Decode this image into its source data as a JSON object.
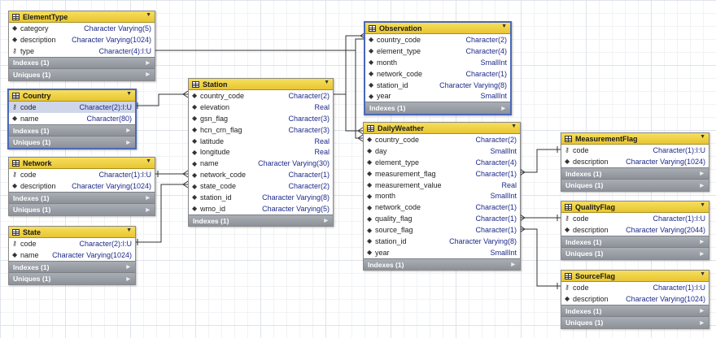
{
  "colors": {
    "header": "#efd24a",
    "section": "#9a9ea6",
    "type_text": "#1d2a8a",
    "selected_border": "#4a68b8",
    "line": "#333333"
  },
  "icons": {
    "table": "table-icon",
    "collapse": "chevron-down-icon",
    "expand": "triangle-right-icon",
    "key": "key-icon",
    "column": "bullet-icon"
  },
  "tables": {
    "element_type": {
      "name": "ElementType",
      "indexes": "Indexes (1)",
      "uniques": "Uniques (1)",
      "columns": [
        {
          "name": "category",
          "type": "Character Varying(5)"
        },
        {
          "name": "description",
          "type": "Character Varying(1024)"
        },
        {
          "name": "type",
          "type": "Character(4):I:U"
        }
      ]
    },
    "country": {
      "name": "Country",
      "indexes": "Indexes (1)",
      "uniques": "Uniques (1)",
      "columns": [
        {
          "name": "code",
          "type": "Character(2):I:U"
        },
        {
          "name": "name",
          "type": "Character(80)"
        }
      ]
    },
    "network": {
      "name": "Network",
      "indexes": "Indexes (1)",
      "uniques": "Uniques (1)",
      "columns": [
        {
          "name": "code",
          "type": "Character(1):I:U"
        },
        {
          "name": "description",
          "type": "Character Varying(1024)"
        }
      ]
    },
    "state": {
      "name": "State",
      "indexes": "Indexes (1)",
      "uniques": "Uniques (1)",
      "columns": [
        {
          "name": "code",
          "type": "Character(2):I:U"
        },
        {
          "name": "name",
          "type": "Character Varying(1024)"
        }
      ]
    },
    "station": {
      "name": "Station",
      "indexes": "Indexes (1)",
      "columns": [
        {
          "name": "country_code",
          "type": "Character(2)"
        },
        {
          "name": "elevation",
          "type": "Real"
        },
        {
          "name": "gsn_flag",
          "type": "Character(3)"
        },
        {
          "name": "hcn_crn_flag",
          "type": "Character(3)"
        },
        {
          "name": "latitude",
          "type": "Real"
        },
        {
          "name": "longitude",
          "type": "Real"
        },
        {
          "name": "name",
          "type": "Character Varying(30)"
        },
        {
          "name": "network_code",
          "type": "Character(1)"
        },
        {
          "name": "state_code",
          "type": "Character(2)"
        },
        {
          "name": "station_id",
          "type": "Character Varying(8)"
        },
        {
          "name": "wmo_id",
          "type": "Character Varying(5)"
        }
      ]
    },
    "observation": {
      "name": "Observation",
      "indexes": "Indexes (1)",
      "columns": [
        {
          "name": "country_code",
          "type": "Character(2)"
        },
        {
          "name": "element_type",
          "type": "Character(4)"
        },
        {
          "name": "month",
          "type": "SmallInt"
        },
        {
          "name": "network_code",
          "type": "Character(1)"
        },
        {
          "name": "station_id",
          "type": "Character Varying(8)"
        },
        {
          "name": "year",
          "type": "SmallInt"
        }
      ]
    },
    "daily_weather": {
      "name": "DailyWeather",
      "indexes": "Indexes (1)",
      "columns": [
        {
          "name": "country_code",
          "type": "Character(2)"
        },
        {
          "name": "day",
          "type": "SmallInt"
        },
        {
          "name": "element_type",
          "type": "Character(4)"
        },
        {
          "name": "measurement_flag",
          "type": "Character(1)"
        },
        {
          "name": "measurement_value",
          "type": "Real"
        },
        {
          "name": "month",
          "type": "SmallInt"
        },
        {
          "name": "network_code",
          "type": "Character(1)"
        },
        {
          "name": "quality_flag",
          "type": "Character(1)"
        },
        {
          "name": "source_flag",
          "type": "Character(1)"
        },
        {
          "name": "station_id",
          "type": "Character Varying(8)"
        },
        {
          "name": "year",
          "type": "SmallInt"
        }
      ]
    },
    "measurement_flag": {
      "name": "MeasurementFlag",
      "indexes": "Indexes (1)",
      "uniques": "Uniques (1)",
      "columns": [
        {
          "name": "code",
          "type": "Character(1):I:U"
        },
        {
          "name": "description",
          "type": "Character Varying(1024)"
        }
      ]
    },
    "quality_flag": {
      "name": "QualityFlag",
      "indexes": "Indexes (1)",
      "uniques": "Uniques (1)",
      "columns": [
        {
          "name": "code",
          "type": "Character(1):I:U"
        },
        {
          "name": "description",
          "type": "Character Varying(2044)"
        }
      ]
    },
    "source_flag": {
      "name": "SourceFlag",
      "indexes": "Indexes (1)",
      "uniques": "Uniques (1)",
      "columns": [
        {
          "name": "code",
          "type": "Character(1):I:U"
        },
        {
          "name": "description",
          "type": "Character Varying(1024)"
        }
      ]
    }
  }
}
